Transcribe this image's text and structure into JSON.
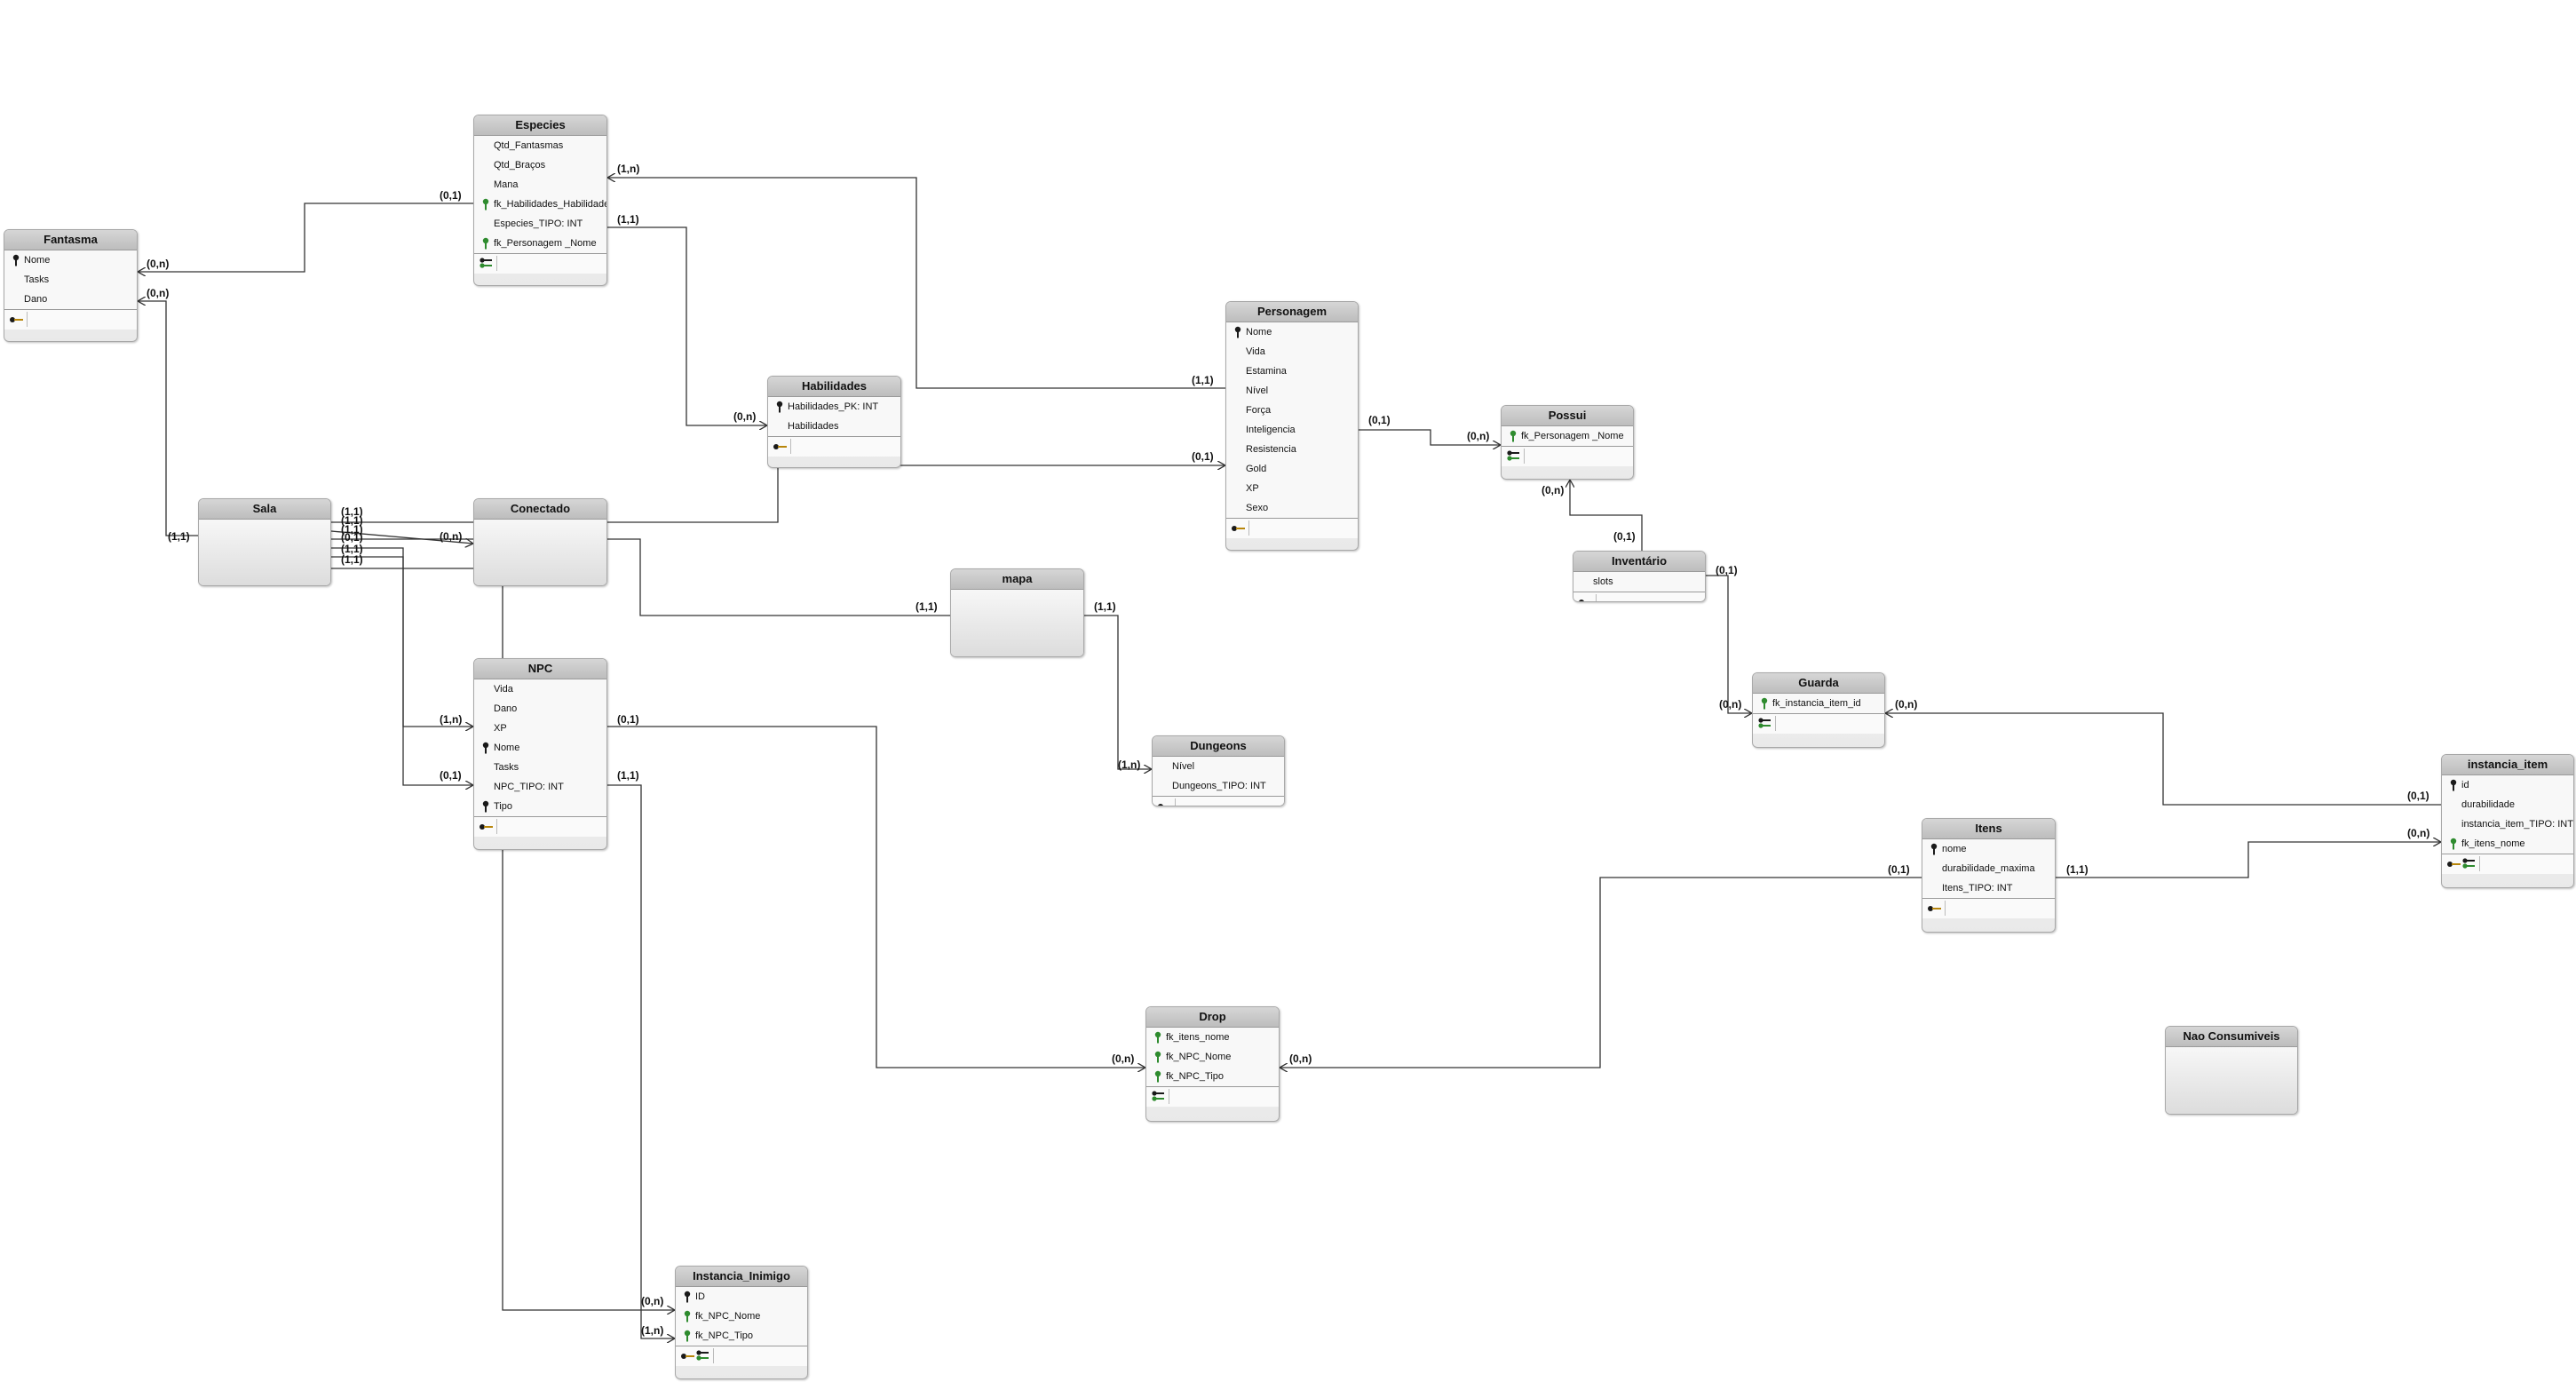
{
  "entities": {
    "especies": {
      "name": "Especies",
      "attrs": [
        {
          "label": "Qtd_Fantasmas",
          "key": "none"
        },
        {
          "label": "Qtd_Braços",
          "key": "none"
        },
        {
          "label": "Mana",
          "key": "none"
        },
        {
          "label": "fk_Habilidades_Habilidades_PK: INT",
          "key": "fk"
        },
        {
          "label": "Especies_TIPO: INT",
          "key": "none"
        },
        {
          "label": "fk_Personagem _Nome",
          "key": "fk"
        }
      ]
    },
    "fantasma": {
      "name": "Fantasma",
      "attrs": [
        {
          "label": "Nome",
          "key": "pk"
        },
        {
          "label": "Tasks",
          "key": "none"
        },
        {
          "label": "Dano",
          "key": "none"
        }
      ]
    },
    "habilidades": {
      "name": "Habilidades",
      "attrs": [
        {
          "label": "Habilidades_PK: INT",
          "key": "pk"
        },
        {
          "label": "Habilidades",
          "key": "none"
        }
      ]
    },
    "personagem": {
      "name": "Personagem",
      "attrs": [
        {
          "label": "Nome",
          "key": "pk"
        },
        {
          "label": "Vida",
          "key": "none"
        },
        {
          "label": "Estamina",
          "key": "none"
        },
        {
          "label": "Nível",
          "key": "none"
        },
        {
          "label": "Força",
          "key": "none"
        },
        {
          "label": "Inteligencia",
          "key": "none"
        },
        {
          "label": "Resistencia",
          "key": "none"
        },
        {
          "label": "Gold",
          "key": "none"
        },
        {
          "label": "XP",
          "key": "none"
        },
        {
          "label": "Sexo",
          "key": "none"
        }
      ]
    },
    "possui": {
      "name": "Possui",
      "attrs": [
        {
          "label": "fk_Personagem _Nome",
          "key": "fk"
        }
      ]
    },
    "sala": {
      "name": "Sala"
    },
    "conectado": {
      "name": "Conectado"
    },
    "mapa": {
      "name": "mapa"
    },
    "inventario": {
      "name": "Inventário",
      "attrs": [
        {
          "label": "slots",
          "key": "none"
        }
      ]
    },
    "guarda": {
      "name": "Guarda",
      "attrs": [
        {
          "label": "fk_instancia_item_id",
          "key": "fk"
        }
      ]
    },
    "npc": {
      "name": "NPC",
      "attrs": [
        {
          "label": "Vida",
          "key": "none"
        },
        {
          "label": "Dano",
          "key": "none"
        },
        {
          "label": "XP",
          "key": "none"
        },
        {
          "label": "Nome",
          "key": "pk"
        },
        {
          "label": "Tasks",
          "key": "none"
        },
        {
          "label": "NPC_TIPO: INT",
          "key": "none"
        },
        {
          "label": "Tipo",
          "key": "pk"
        }
      ]
    },
    "dungeons": {
      "name": "Dungeons",
      "attrs": [
        {
          "label": "Nível",
          "key": "none"
        },
        {
          "label": "Dungeons_TIPO: INT",
          "key": "none"
        }
      ]
    },
    "instancia_item": {
      "name": "instancia_item",
      "attrs": [
        {
          "label": "id",
          "key": "pk"
        },
        {
          "label": "durabilidade",
          "key": "none"
        },
        {
          "label": "instancia_item_TIPO: INT",
          "key": "none"
        },
        {
          "label": "fk_itens_nome",
          "key": "fk"
        }
      ]
    },
    "itens": {
      "name": "Itens",
      "attrs": [
        {
          "label": "nome",
          "key": "pk"
        },
        {
          "label": "durabilidade_maxima",
          "key": "none"
        },
        {
          "label": "Itens_TIPO: INT",
          "key": "none"
        }
      ]
    },
    "drop": {
      "name": "Drop",
      "attrs": [
        {
          "label": "fk_itens_nome",
          "key": "fk"
        },
        {
          "label": "fk_NPC_Nome",
          "key": "fk"
        },
        {
          "label": "fk_NPC_Tipo",
          "key": "fk"
        }
      ]
    },
    "nao_consumiveis": {
      "name": "Nao Consumiveis"
    },
    "instancia_inimigo": {
      "name": "Instancia_Inimigo",
      "attrs": [
        {
          "label": "ID",
          "key": "pk"
        },
        {
          "label": "fk_NPC_Nome",
          "key": "fk"
        },
        {
          "label": "fk_NPC_Tipo",
          "key": "fk"
        }
      ]
    }
  },
  "cardinalities": {
    "especies_fantasma_a": "(0,1)",
    "especies_fantasma_b": "(0,n)",
    "especies_personagem_a": "(1,n)",
    "especies_habilidades_a": "(1,1)",
    "especies_habilidades_b": "(0,n)",
    "fantasma_sala_a": "(0,n)",
    "fantasma_sala_b": "(1,1)",
    "personagem_especies_b": "(1,1)",
    "conectado_personagem": "(0,1)",
    "personagem_possui_a": "(0,1)",
    "personagem_possui_b": "(0,n)",
    "possui_inventario_a": "(0,n)",
    "possui_inventario_b": "(0,1)",
    "sala_1": "(1,1)",
    "sala_2": "(1,1)",
    "sala_3": "(1,1)",
    "sala_4": "(0,1)",
    "sala_5": "(1,1)",
    "sala_6": "(1,1)",
    "sala_conectado": "(0,n)",
    "mapa_sala": "(1,1)",
    "mapa_dungeons_a": "(1,1)",
    "mapa_dungeons_b": "(1,n)",
    "inventario_guarda_a": "(0,1)",
    "inventario_guarda_b": "(0,n)",
    "guarda_instancia_a": "(0,n)",
    "guarda_instancia_b": "(0,1)",
    "npc_sala_a": "(1,n)",
    "npc_sala_b": "(0,1)",
    "npc_drop_a": "(0,1)",
    "npc_drop_b": "(0,n)",
    "npc_inimigo_a": "(1,1)",
    "npc_inimigo_b": "(0,n)",
    "npc_inimigo_c": "(1,n)",
    "itens_drop_a": "(0,1)",
    "itens_drop_b": "(0,n)",
    "itens_instancia_a": "(1,1)",
    "itens_instancia_b": "(0,n)"
  },
  "colors": {
    "line": "#333333",
    "pk": "#1a1a1a",
    "fk": "#2e8b2e",
    "header": "#c4c4c4"
  }
}
